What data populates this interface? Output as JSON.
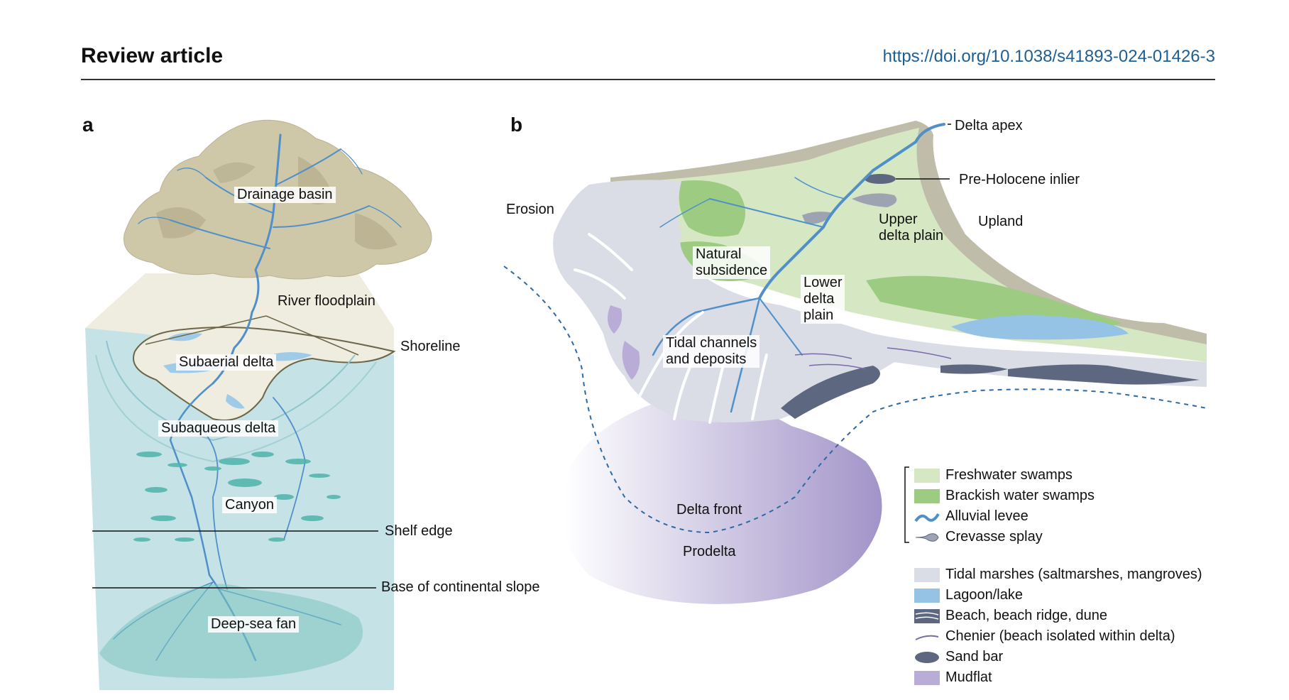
{
  "header": {
    "title": "Review article",
    "doi": "https://doi.org/10.1038/s41893-024-01426-3"
  },
  "panel_a": {
    "label": "a",
    "labels": {
      "drainage_basin": "Drainage basin",
      "river_floodplain": "River floodplain",
      "shoreline": "Shoreline",
      "subaerial_delta": "Subaerial delta",
      "subaqueous_delta": "Subaqueous delta",
      "canyon": "Canyon",
      "shelf_edge": "Shelf edge",
      "base_of_continental_slope": "Base of continental slope",
      "deep_sea_fan": "Deep-sea fan"
    }
  },
  "panel_b": {
    "label": "b",
    "labels": {
      "delta_apex": "Delta apex",
      "pre_holocene_inlier": "Pre-Holocene inlier",
      "erosion": "Erosion",
      "upper_delta_plain": "Upper\ndelta plain",
      "upland": "Upland",
      "natural_subsidence": "Natural\nsubsidence",
      "lower_delta_plain": "Lower\ndelta\nplain",
      "tidal_channels": "Tidal channels\nand deposits",
      "delta_front": "Delta front",
      "prodelta": "Prodelta"
    }
  },
  "legend": {
    "group1": [
      {
        "label": "Freshwater swamps",
        "swatch": "#d6e7c3"
      },
      {
        "label": "Brackish water swamps",
        "swatch": "#9ccb81"
      },
      {
        "label": "Alluvial levee",
        "swatch": "#4f8fca"
      },
      {
        "label": "Crevasse splay",
        "swatch": "#9ea3b2"
      }
    ],
    "group2": [
      {
        "label": "Tidal marshes (saltmarshes, mangroves)",
        "swatch": "#dadde6"
      },
      {
        "label": "Lagoon/lake",
        "swatch": "#94c3e6"
      },
      {
        "label": "Beach, beach ridge, dune",
        "swatch": "#5d6780"
      },
      {
        "label": "Chenier (beach isolated within delta)",
        "swatch": "#7a6aa8"
      },
      {
        "label": "Sand bar",
        "swatch": "#5d6780"
      },
      {
        "label": "Mudflat",
        "swatch": "#b9acd6"
      }
    ]
  },
  "colors": {
    "sea": "#c5e3e6",
    "mountain": "#cfc8a8",
    "floodplain": "#efece0",
    "river": "#4f8fca",
    "freshwater": "#d6e7c3",
    "brackish": "#9ccb81",
    "tidal": "#dadde6",
    "lagoon": "#94c3e6",
    "upland": "#a9a58c",
    "prodelta": "#9d8ec6",
    "deepfan": "#7cc4c0"
  }
}
